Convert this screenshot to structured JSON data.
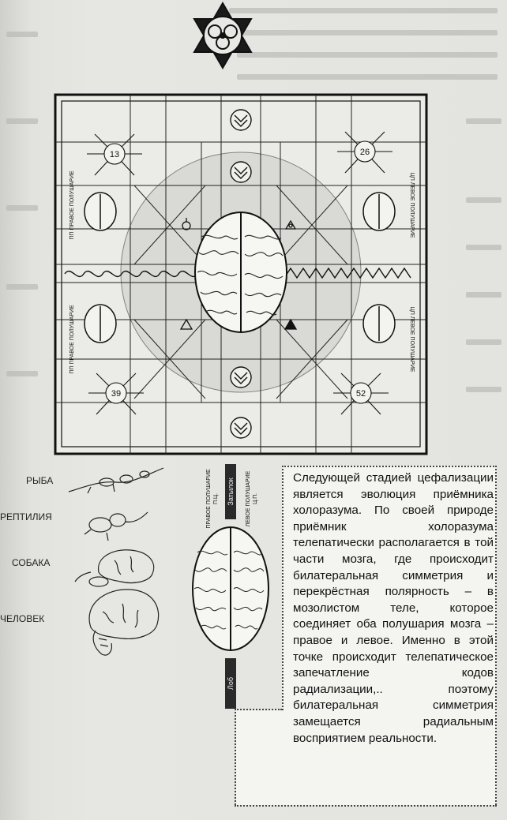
{
  "diagram": {
    "numbers": [
      "13",
      "26",
      "39",
      "52"
    ],
    "left_vertical_label_top": "ПП ПРАВОЕ ПОЛУШАРИЕ",
    "right_vertical_label_top": "ЦП ЛЕВОЕ ПОЛУШАРИЕ",
    "left_vertical_label_bottom": "ПП ПРАВОЕ ПОЛУШАРИЕ",
    "right_vertical_label_bottom": "ЦП ЛЕВОЕ ПОЛУШАРИЕ"
  },
  "brain_figure": {
    "right_hemisphere_label": "ПРАВОЕ ПОЛУШАРИЕ",
    "right_hemisphere_abbr": "П.Ц.",
    "left_hemisphere_label": "ЛЕВОЕ ПОЛУШАРИЕ",
    "left_hemisphere_abbr": "Ц.П.",
    "back_label": "Затылок",
    "front_label": "Лоб"
  },
  "evolution": {
    "labels": [
      "РЫБА",
      "РЕПТИЛИЯ",
      "СОБАКА",
      "ЧЕЛОВЕК"
    ]
  },
  "text_box": {
    "paragraph": "Следующей стадией цефализации является эволюция приёмника холоразума. По своей природе приёмник холоразума телепатически располагается в той части мозга, где происходит билатеральная симметрия и перекрёстная полярность – в мозолистом теле, которое соединяет оба полушария мозга – правое и левое. Именно в этой точке происходит телепатическое запечатление кодов радиализации,.. поэтому билатеральная симметрия замещается радиальным восприятием реальности."
  }
}
